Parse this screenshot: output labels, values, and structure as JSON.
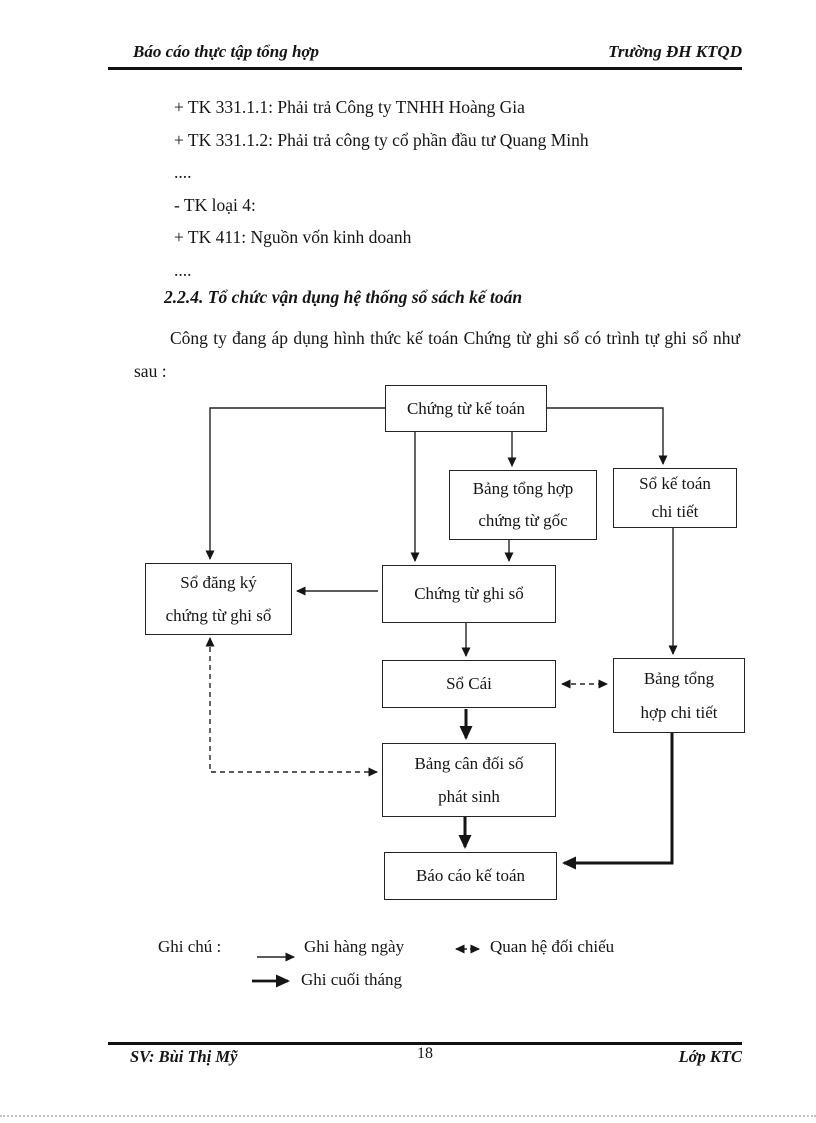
{
  "header": {
    "left": "Báo cáo thực tập tổng hợp",
    "right": "Trường ĐH KTQD"
  },
  "body": {
    "lines": [
      "+ TK 331.1.1: Phải trả Công ty TNHH Hoàng Gia",
      "+ TK 331.1.2: Phải trả công ty cổ phần đầu tư Quang Minh",
      "....",
      "- TK loại 4:",
      "+ TK 411: Nguồn vốn kinh doanh",
      "...."
    ],
    "heading": "2.2.4. Tổ chức vận dụng hệ thống sổ sách kế toán",
    "paragraph": "Công ty đang áp dụng hình thức kế toán Chứng từ ghi sổ có trình tự ghi sổ như sau :"
  },
  "flowchart": {
    "type": "flowchart",
    "nodes": [
      {
        "id": "chung-tu-ke-toan",
        "label": "Chứng từ kế toán"
      },
      {
        "id": "bang-tong-hop-chung-tu-goc",
        "label": "Bảng tổng hợp chứng từ gốc",
        "lines": [
          "Bảng tổng hợp",
          "chứng từ gốc"
        ]
      },
      {
        "id": "so-ke-toan-chi-tiet",
        "label": "Sổ kế toán chi tiết",
        "lines": [
          "Sổ kế toán",
          "chi tiết"
        ]
      },
      {
        "id": "so-dang-ky-chung-tu-ghi-so",
        "label": "Sổ đăng ký chứng từ ghi sổ",
        "lines": [
          "Sổ đăng ký",
          "chứng từ ghi sổ"
        ]
      },
      {
        "id": "chung-tu-ghi-so",
        "label": "Chứng từ ghi sổ"
      },
      {
        "id": "so-cai",
        "label": "Sổ Cái"
      },
      {
        "id": "bang-tong-hop-chi-tiet",
        "label": "Bảng tổng hợp chi tiết",
        "lines": [
          "Bảng tổng",
          "hợp chi tiết"
        ]
      },
      {
        "id": "bang-can-doi-so-phat-sinh",
        "label": "Bảng cân đối số phát sinh",
        "lines": [
          "Bảng  cân đối số",
          "phát sinh"
        ]
      },
      {
        "id": "bao-cao-ke-toan",
        "label": "Báo cáo kế toán"
      }
    ],
    "edges": [
      {
        "from": "Chứng từ kế toán",
        "to": "Sổ đăng ký chứng từ ghi sổ",
        "style": "solid-daily"
      },
      {
        "from": "Chứng từ kế toán",
        "to": "Bảng tổng hợp chứng từ gốc",
        "style": "solid-daily"
      },
      {
        "from": "Chứng từ kế toán",
        "to": "Chứng từ ghi sổ",
        "style": "solid-daily"
      },
      {
        "from": "Chứng từ kế toán",
        "to": "Sổ kế toán chi tiết",
        "style": "solid-daily"
      },
      {
        "from": "Bảng tổng hợp chứng từ gốc",
        "to": "Chứng từ ghi sổ",
        "style": "solid-daily"
      },
      {
        "from": "Chứng từ ghi sổ",
        "to": "Sổ đăng ký chứng từ ghi sổ",
        "style": "solid-daily"
      },
      {
        "from": "Chứng từ ghi sổ",
        "to": "Sổ Cái",
        "style": "solid-daily"
      },
      {
        "from": "Sổ kế toán chi tiết",
        "to": "Bảng tổng hợp chi tiết",
        "style": "solid-daily"
      },
      {
        "from": "Sổ Cái",
        "to": "Bảng tổng hợp chi tiết",
        "style": "dashed-check-both-ways"
      },
      {
        "from": "Sổ đăng ký chứng từ ghi sổ",
        "to": "Bảng cân đối số phát sinh",
        "style": "dashed-check-both-ways"
      },
      {
        "from": "Sổ Cái",
        "to": "Bảng cân đối số phát sinh",
        "style": "bold-monthly"
      },
      {
        "from": "Bảng cân đối số phát sinh",
        "to": "Báo cáo kế toán",
        "style": "bold-monthly"
      },
      {
        "from": "Bảng tổng hợp chi tiết",
        "to": "Báo cáo kế toán",
        "style": "bold-monthly"
      }
    ]
  },
  "legend": {
    "title": "Ghi chú   :",
    "items": [
      {
        "icon": "solid-thin-arrow",
        "label": "Ghi hàng ngày"
      },
      {
        "icon": "dashed-double-arrow",
        "label": "Quan hệ đối chiếu"
      },
      {
        "icon": "solid-bold-arrow",
        "label": "Ghi cuối tháng"
      }
    ]
  },
  "footer": {
    "left": "SV: Bùi Thị Mỹ",
    "page_number": "18",
    "right": "Lớp KTC"
  },
  "colors": {
    "ink": "#151515",
    "page_background": "#ffffff",
    "page_edge_dotted": "#bcc2ce"
  }
}
